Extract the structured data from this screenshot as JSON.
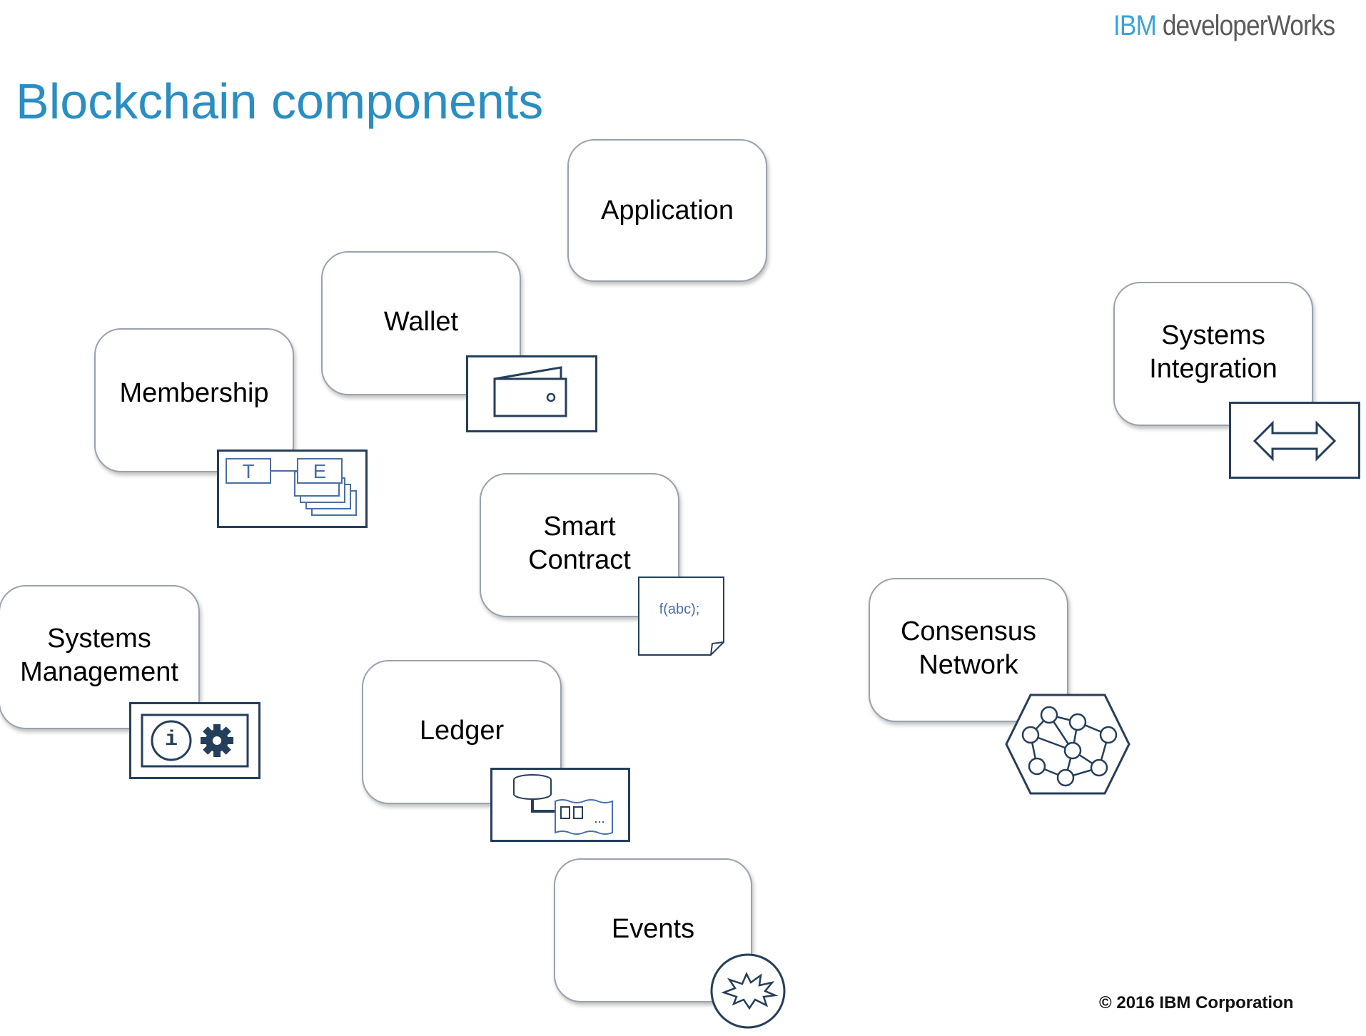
{
  "header": {
    "brand_ibm": "IBM",
    "brand_product": "developerWorks"
  },
  "slide": {
    "title": "Blockchain components"
  },
  "components": {
    "application": "Application",
    "wallet": "Wallet",
    "membership": "Membership",
    "systems_integration": "Systems\nIntegration",
    "smart_contract": "Smart\nContract",
    "systems_management": "Systems\nManagement",
    "ledger": "Ledger",
    "consensus_network": "Consensus\nNetwork",
    "events": "Events"
  },
  "icon_labels": {
    "membership_t": "T",
    "membership_e": "E",
    "contract_code": "f(abc);",
    "info": "i",
    "ledger_more": "..."
  },
  "footer": {
    "copyright": "© 2016 IBM Corporation"
  },
  "colors": {
    "title": "#2a8ec2",
    "brand_ibm": "#3aa3d4",
    "icon_stroke": "#253f5a",
    "icon_accent": "#4a6fa5"
  }
}
